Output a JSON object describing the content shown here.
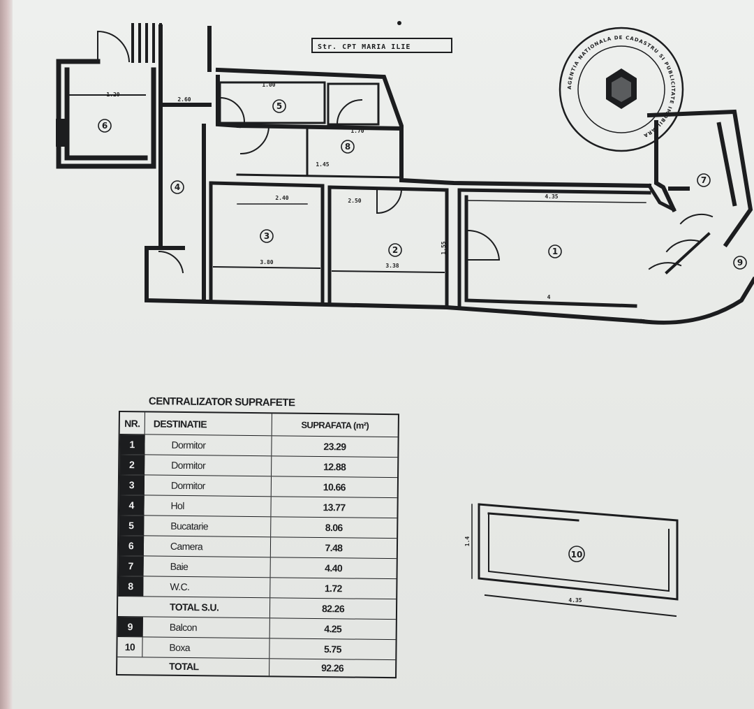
{
  "plan": {
    "street_label": "Str. CPT MARIA ILIE",
    "stamp_text": "AGENTIA NATIONALA DE CADASTRU SI PUBLICITATE IMOBILIARA",
    "rooms": [
      {
        "num": "1"
      },
      {
        "num": "2"
      },
      {
        "num": "3"
      },
      {
        "num": "4"
      },
      {
        "num": "5"
      },
      {
        "num": "6"
      },
      {
        "num": "7"
      },
      {
        "num": "8"
      },
      {
        "num": "9"
      },
      {
        "num": "10"
      }
    ],
    "dimensions": {
      "d_435_a": "4.35",
      "d_435_b": "4.35",
      "d_4": "4",
      "d_380": "3.80",
      "d_338": "3.38",
      "d_170": "1.70",
      "d_145": "1.45",
      "d_100": "1.00",
      "d_260": "2.60",
      "d_240": "2.40",
      "d_155": "1.55",
      "d_250": "2.50",
      "d_120": "1.20",
      "d_14": "1.4"
    }
  },
  "table": {
    "title": "CENTRALIZATOR SUPRAFETE",
    "headers": {
      "nr": "NR.",
      "destinatie": "DESTINATIE",
      "suprafata": "SUPRAFATA (m²)"
    },
    "rows": [
      {
        "nr": "1",
        "destinatie": "Dormitor",
        "suprafata": "23.29"
      },
      {
        "nr": "2",
        "destinatie": "Dormitor",
        "suprafata": "12.88"
      },
      {
        "nr": "3",
        "destinatie": "Dormitor",
        "suprafata": "10.66"
      },
      {
        "nr": "4",
        "destinatie": "Hol",
        "suprafata": "13.77"
      },
      {
        "nr": "5",
        "destinatie": "Bucatarie",
        "suprafata": "8.06"
      },
      {
        "nr": "6",
        "destinatie": "Camera",
        "suprafata": "7.48"
      },
      {
        "nr": "7",
        "destinatie": "Baie",
        "suprafata": "4.40"
      },
      {
        "nr": "8",
        "destinatie": "W.C.",
        "suprafata": "1.72"
      }
    ],
    "total_su": {
      "label": "TOTAL S.U.",
      "value": "82.26"
    },
    "extra_rows": [
      {
        "nr": "9",
        "destinatie": "Balcon",
        "suprafata": "4.25"
      },
      {
        "nr": "10",
        "destinatie": "Boxa",
        "suprafata": "5.75"
      }
    ],
    "total": {
      "label": "TOTAL",
      "value": "92.26"
    }
  },
  "colors": {
    "ink": "#1c1d1f",
    "paper": "#e9ebe8"
  }
}
